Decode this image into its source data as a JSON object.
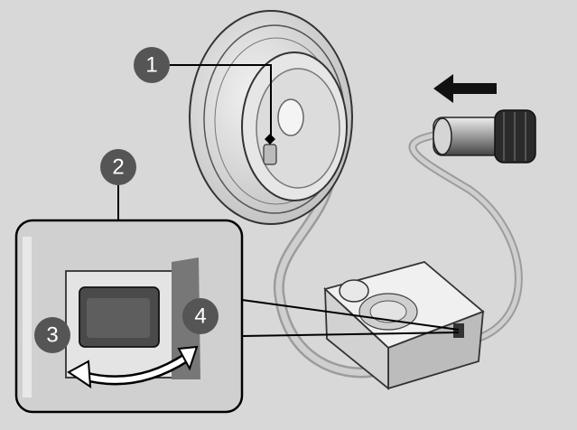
{
  "callouts": [
    {
      "number": "1"
    },
    {
      "number": "2"
    },
    {
      "number": "3"
    },
    {
      "number": "4"
    }
  ],
  "colors": {
    "background": "#d8d8d8",
    "callout_fill": "#555555",
    "callout_text": "#ffffff",
    "line": "#000000",
    "hose": "#aaaaaa",
    "arrow": "#111111"
  },
  "icons": [
    "arrow-left-icon",
    "rotate-arrow-icon"
  ]
}
